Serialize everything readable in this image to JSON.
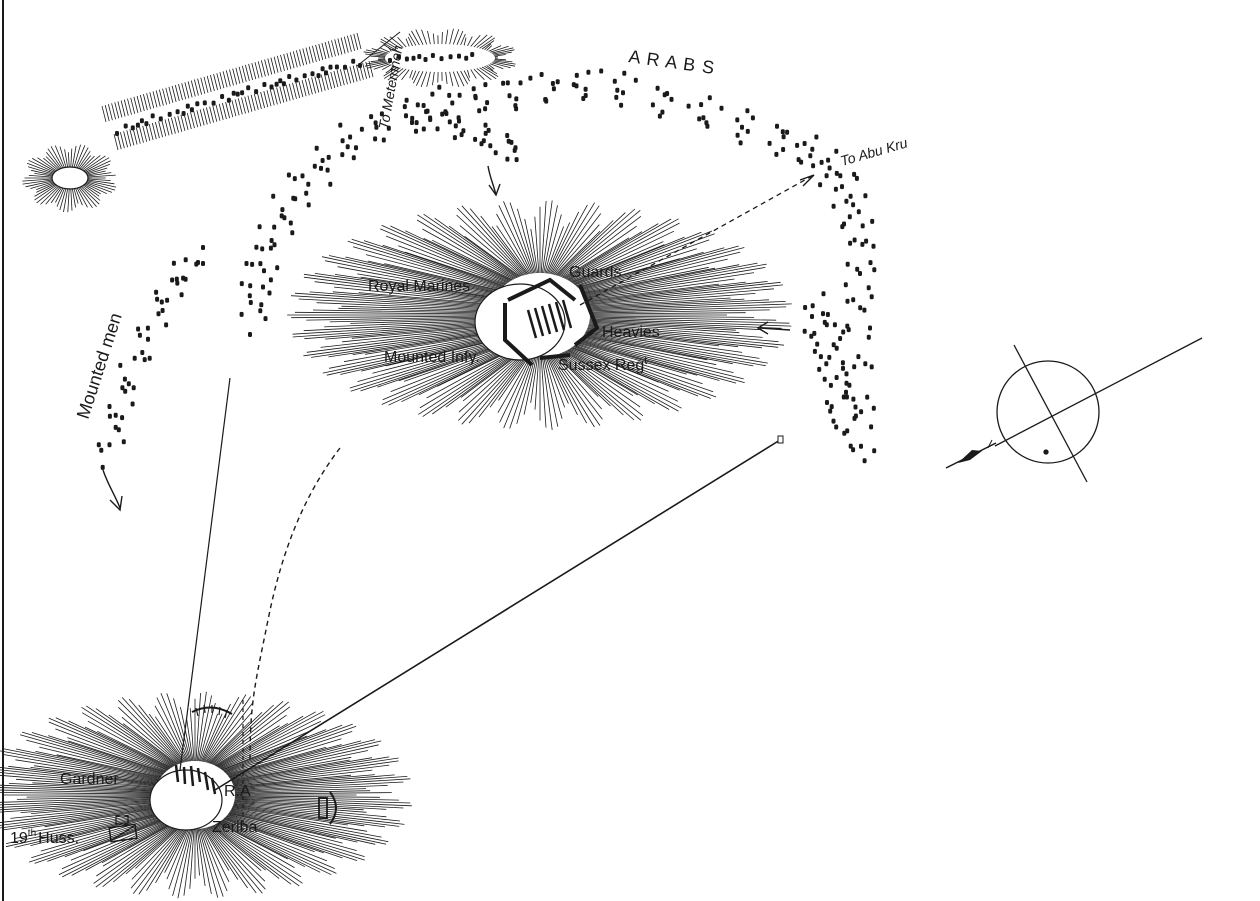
{
  "labels": {
    "arabs": "A R A B S",
    "to_metemneh": "To Metemneh",
    "to_abu_kru": "To Abu Kru",
    "mounted_men": "Mounted men",
    "royal_marines": "Royal Marines",
    "guards": "Guards",
    "heavies": "Heavies",
    "mounted_infy": "Mounted Infy.",
    "sussex_regt": "Sussex Reg",
    "sussex_regt_sup": "t",
    "gardner": "Gardner",
    "ra": "R.A",
    "zeriba": "Zeriba",
    "huss_num": "19",
    "huss_sup": "th",
    "huss": "Huss."
  },
  "colors": {
    "ink": "#1a1a1a",
    "paper": "#ffffff"
  },
  "icons": [
    "compass-icon",
    "direction-arrow-icon"
  ]
}
